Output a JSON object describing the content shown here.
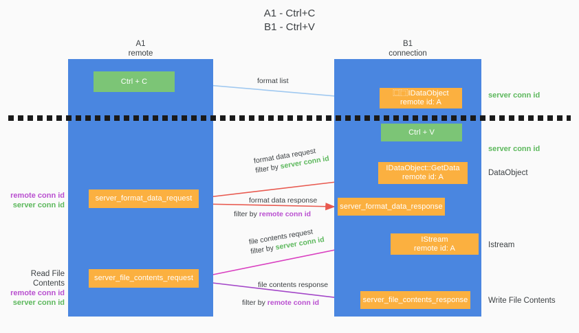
{
  "title": "A1 - Ctrl+C\nB1 - Ctrl+V",
  "lanes": [
    {
      "name": "a1",
      "header": "A1\nremote"
    },
    {
      "name": "b1",
      "header": "B1\nconnection"
    }
  ],
  "nodes": {
    "ctrl_c": "Ctrl + C",
    "idataobject": "⿴⿹IDataObject\nremote id: A",
    "ctrl_v": "Ctrl + V",
    "getdata": "IDataObject::GetData\nremote id: A",
    "format_data_request": "server_format_data_request",
    "format_data_response": "server_format_data_response",
    "istream": "IStream\nremote id: A",
    "file_contents_request": "server_file_contents_request",
    "file_contents_response": "server_file_contents_response"
  },
  "side_notes": {
    "server_conn_id_1": "server conn id",
    "server_conn_id_2": "server conn id",
    "dataobject": "DataObject",
    "istream": "Istream",
    "write_file_contents": "Write File Contents"
  },
  "left_notes": {
    "group1": {
      "remote": "remote conn id",
      "server": "server conn id"
    },
    "group2": {
      "heading": "Read File Contents",
      "remote": "remote conn id",
      "server": "server conn id"
    }
  },
  "edge_labels": {
    "format_list": "format list",
    "format_data_request": "format data request",
    "format_data_request_filter_prefix": "filter by ",
    "format_data_request_filter_value": "server conn id",
    "format_data_response": "format data response",
    "format_data_response_filter_prefix": "filter by ",
    "format_data_response_filter_value": "remote conn id",
    "file_contents_request": "file contents request",
    "file_contents_request_filter_prefix": "filter by ",
    "file_contents_request_filter_value": "server conn id",
    "file_contents_response": "file contents response",
    "file_contents_response_filter_prefix": "filter by ",
    "file_contents_response_filter_value": "remote conn id"
  },
  "colors": {
    "lane": "#4a86e0",
    "green_node": "#7cc576",
    "orange_node": "#fbb040",
    "server_conn": "#5cb85c",
    "remote_conn": "#b94fd0",
    "arrow_light_blue": "#9fc8f0",
    "arrow_red": "#e8594f",
    "arrow_magenta": "#d93fc0",
    "arrow_purple": "#a346c8",
    "arrow_black": "#1a1a1a",
    "background": "#fafafa"
  }
}
